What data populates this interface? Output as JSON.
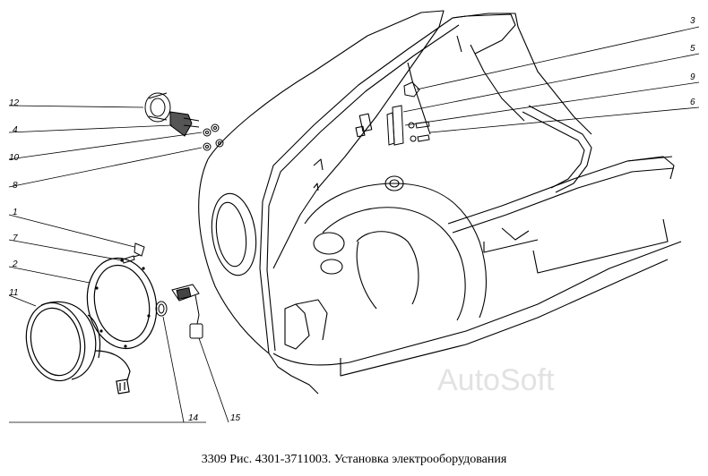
{
  "callouts": [
    {
      "num": "1"
    },
    {
      "num": "2"
    },
    {
      "num": "3"
    },
    {
      "num": "4"
    },
    {
      "num": "5"
    },
    {
      "num": "6"
    },
    {
      "num": "7"
    },
    {
      "num": "8"
    },
    {
      "num": "9"
    },
    {
      "num": "10"
    },
    {
      "num": "11"
    },
    {
      "num": "12"
    },
    {
      "num": "14"
    },
    {
      "num": "15"
    }
  ],
  "watermark": "AutoSoft",
  "caption": "3309 Рис. 4301-3711003. Установка электрооборудования",
  "colors": {
    "line": "#000000",
    "background": "#ffffff",
    "watermark": "#e2e2e2"
  }
}
